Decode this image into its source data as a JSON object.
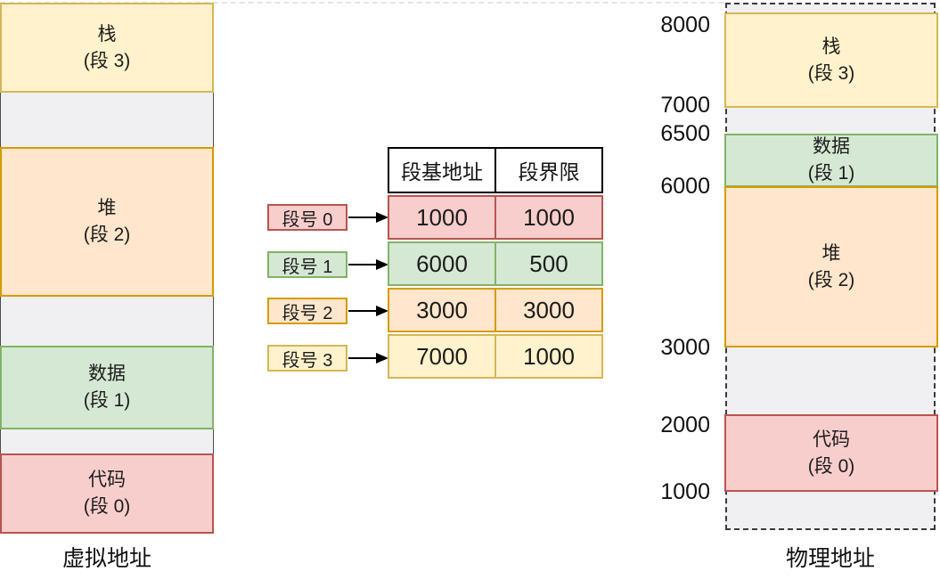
{
  "palette": {
    "yellow_fill": "#FFF2CC",
    "yellow_border": "#D6B656",
    "orange_fill": "#FFE6CC",
    "orange_border": "#D79B00",
    "green_fill": "#D5E8D4",
    "green_border": "#82B366",
    "red_fill": "#F8CECC",
    "red_border": "#B85450",
    "gray_fill": "#F0F0F2",
    "gray_border": "#4d4d4d",
    "arrow_color": "#000000"
  },
  "virtual_column": {
    "caption": "虚拟地址",
    "blocks": [
      {
        "line1": "栈",
        "line2": "(段 3)",
        "color": "yellow"
      },
      {
        "line1": "堆",
        "line2": "(段 2)",
        "color": "orange"
      },
      {
        "line1": "数据",
        "line2": "(段 1)",
        "color": "green"
      },
      {
        "line1": "代码",
        "line2": "(段 0)",
        "color": "red"
      }
    ]
  },
  "segment_table": {
    "headers": [
      "段基地址",
      "段界限"
    ],
    "row_labels": [
      "段号 0",
      "段号 1",
      "段号 2",
      "段号 3"
    ],
    "rows": [
      {
        "base": "1000",
        "limit": "1000",
        "color": "red"
      },
      {
        "base": "6000",
        "limit": "500",
        "color": "green"
      },
      {
        "base": "3000",
        "limit": "3000",
        "color": "orange"
      },
      {
        "base": "7000",
        "limit": "1000",
        "color": "yellow"
      }
    ]
  },
  "physical_column": {
    "caption": "物理地址",
    "address_marks": [
      "8000",
      "7000",
      "6500",
      "6000",
      "3000",
      "2000",
      "1000"
    ],
    "blocks": [
      {
        "line1": "栈",
        "line2": "(段 3)",
        "color": "yellow"
      },
      {
        "line1": "数据",
        "line2": "(段 1)",
        "color": "green"
      },
      {
        "line1": "堆",
        "line2": "(段 2)",
        "color": "orange"
      },
      {
        "line1": "代码",
        "line2": "(段 0)",
        "color": "red"
      }
    ]
  }
}
